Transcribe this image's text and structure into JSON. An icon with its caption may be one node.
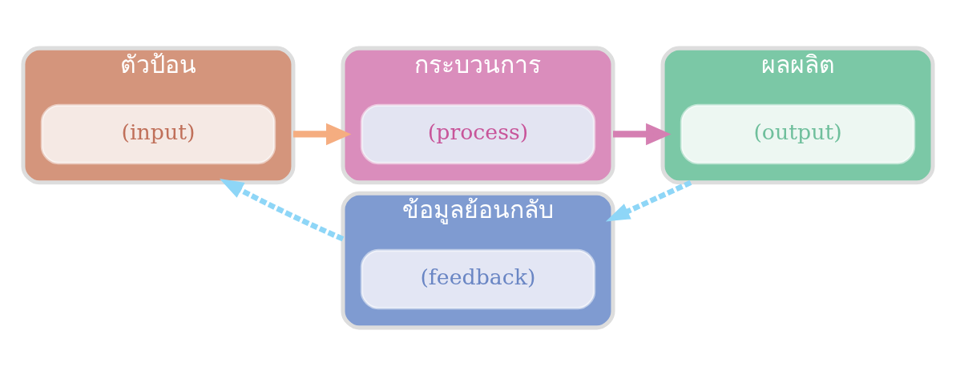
{
  "diagram": {
    "nodes": [
      {
        "text": [
          "ตัวป้อน"
        ]
      },
      {
        "text": [
          "(input)"
        ],
        "in": 0
      },
      {
        "text": [
          "กระบวนการ"
        ]
      },
      {
        "text": [
          "(process)"
        ],
        "in": 2
      },
      {
        "text": [
          "ผลผลิต"
        ]
      },
      {
        "text": [
          "(output)"
        ],
        "in": 4
      },
      {
        "text": [
          "ข้อมูลย้อนกลับ"
        ]
      },
      {
        "text": [
          "(feedback)"
        ],
        "in": 6
      }
    ],
    "edges": [
      {
        "from": 0,
        "to": 2,
        "arrow": "to",
        "color": "#f5ad80"
      },
      {
        "from": 2,
        "to": 4,
        "arrow": "to",
        "color": "#d57fb2"
      },
      {
        "from": 4,
        "to": 6,
        "arrow": "to",
        "style": "dashed",
        "color": "#8ed6f7"
      },
      {
        "from": 6,
        "to": 0,
        "arrow": "to",
        "style": "dashed",
        "color": "#8ed6f7"
      }
    ]
  }
}
